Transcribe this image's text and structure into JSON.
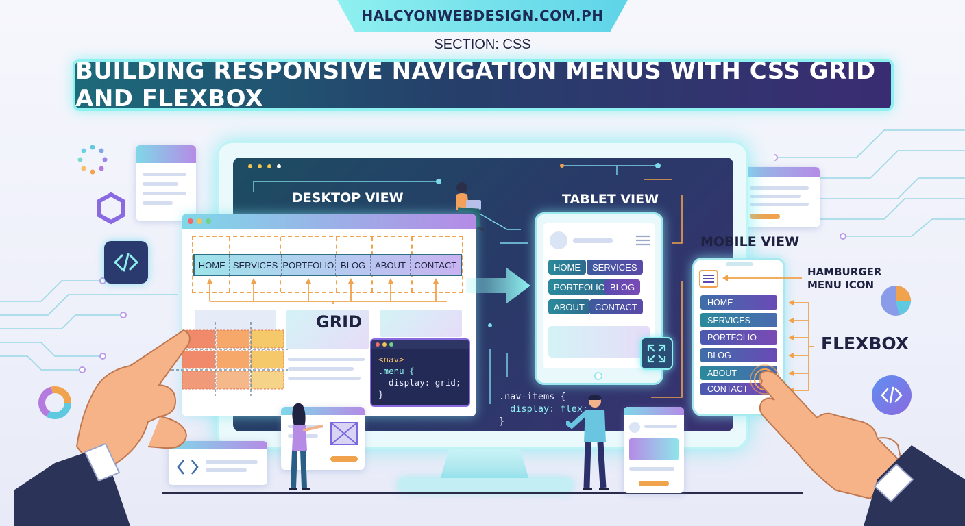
{
  "header": {
    "domain": "HALCYONWEBDESIGN.COM.PH",
    "section": "SECTION: CSS",
    "title": "BUILDING RESPONSIVE NAVIGATION MENUS WITH CSS GRID AND FLEXBOX"
  },
  "views": {
    "desktop": "DESKTOP VIEW",
    "tablet": "TABLET VIEW",
    "mobile": "MOBILE VIEW"
  },
  "desktop_nav": [
    "HOME",
    "SERVICES",
    "PORTFOLIO",
    "BLOG",
    "ABOUT",
    "CONTACT"
  ],
  "labels": {
    "grid": "GRID",
    "flexbox": "FLEXBOX",
    "hamburger_line1": "HAMBURGER",
    "hamburger_line2": "MENU ICON"
  },
  "tablet_nav": [
    "HOME",
    "SERVICES",
    "PORTFOLIO",
    "BLOG",
    "ABOUT",
    "CONTACT"
  ],
  "mobile_nav": [
    "HOME",
    "SERVICES",
    "PORTFOLIO",
    "BLOG",
    "ABOUT",
    "CONTACT"
  ],
  "code_grid": [
    "<nav>",
    ".menu {",
    "  display: grid;",
    "}"
  ],
  "code_flex": [
    ".nav-items {",
    "  display: flex;",
    "}"
  ],
  "colors": {
    "accent_cyan": "#8ef1ef",
    "banner_start": "#1d6a7a",
    "banner_end": "#3a2c72",
    "grid_dash": "#f0a24c",
    "screen_dark": "#293a68"
  },
  "icons": [
    "code-icon",
    "hexagon-icon",
    "pie-chart-icon",
    "donut-chart-icon",
    "expand-icon",
    "hamburger-icon",
    "arrow-right-icon"
  ]
}
